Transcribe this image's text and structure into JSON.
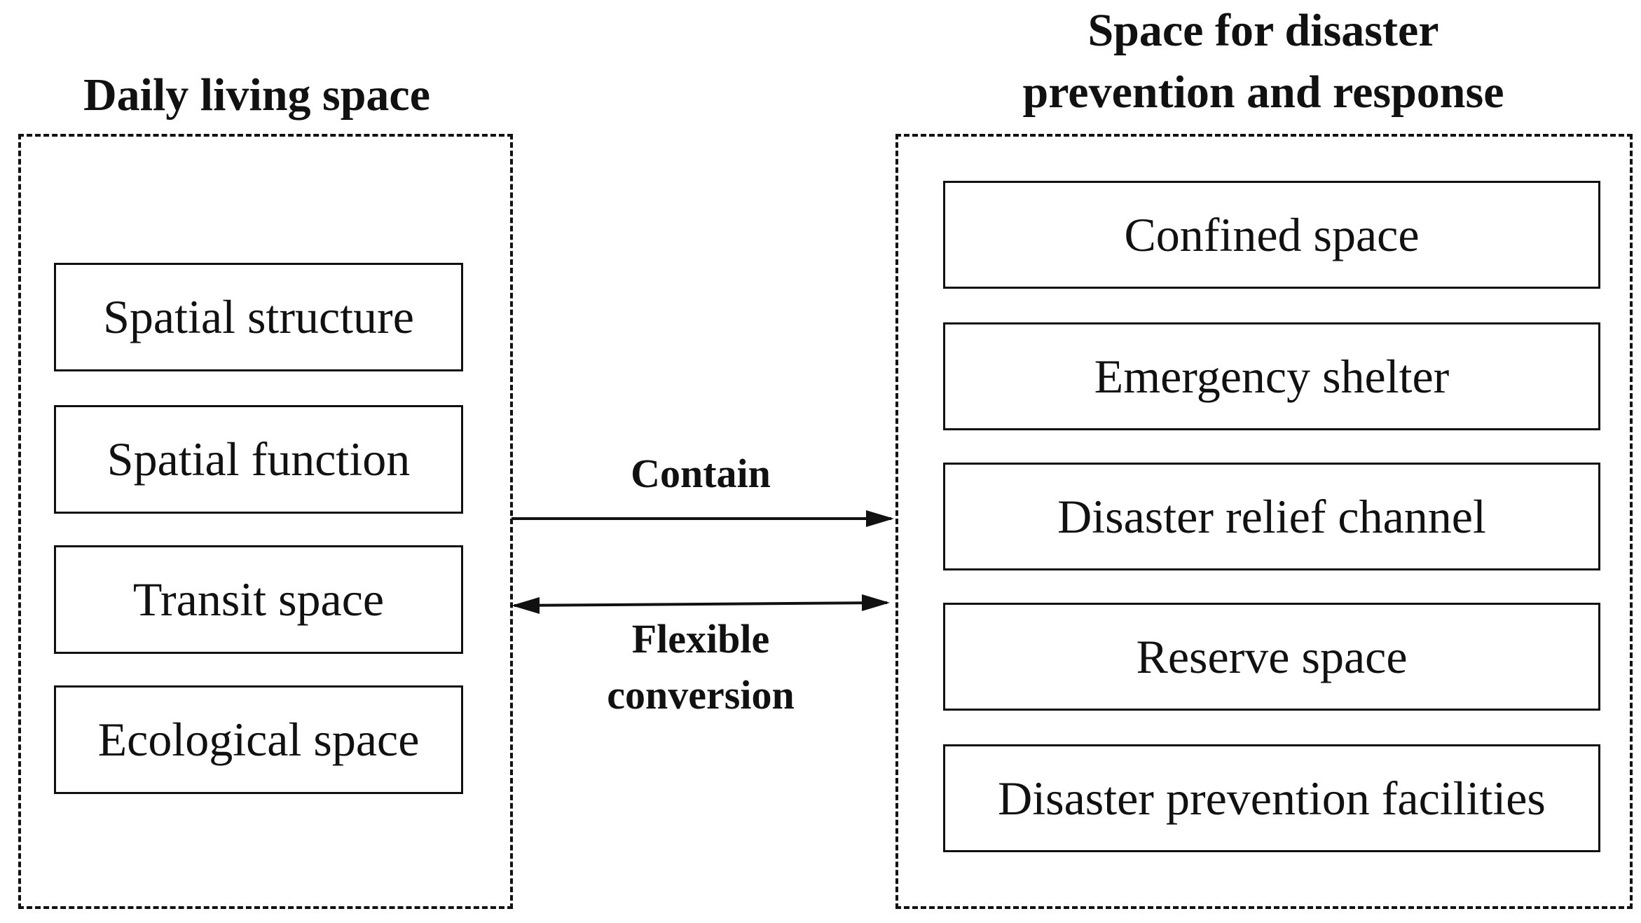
{
  "left_group": {
    "title": "Daily living space",
    "items": [
      "Spatial structure",
      "Spatial function",
      "Transit space",
      "Ecological space"
    ]
  },
  "right_group": {
    "title_line1": "Space for disaster",
    "title_line2": "prevention and response",
    "items": [
      "Confined space",
      "Emergency shelter",
      "Disaster relief channel",
      "Reserve space",
      "Disaster prevention facilities"
    ]
  },
  "relations": {
    "contain_label": "Contain",
    "flexible_label_line1": "Flexible",
    "flexible_label_line2": "conversion"
  }
}
